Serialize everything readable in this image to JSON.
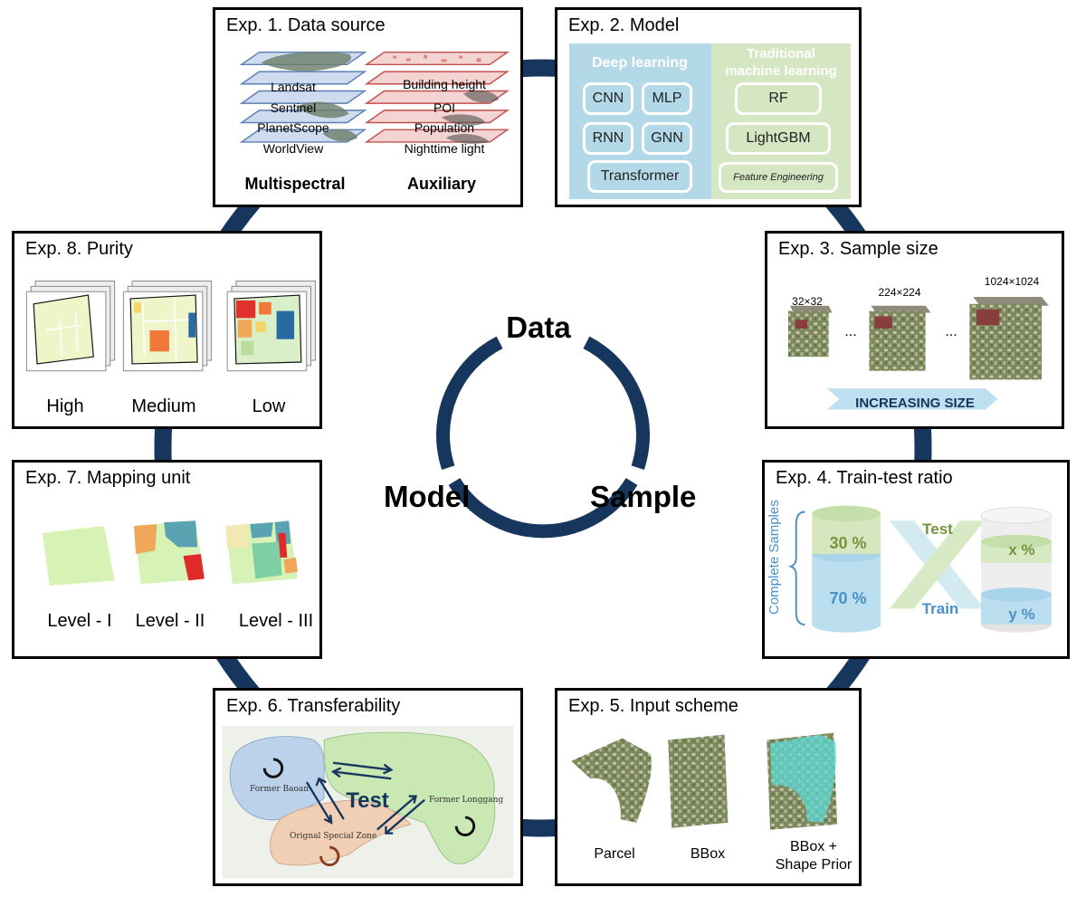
{
  "center": {
    "top": "Data",
    "left": "Model",
    "right": "Sample"
  },
  "exp1": {
    "title": "Exp. 1. Data source",
    "multispectral": [
      "Landsat",
      "Sentinel",
      "PlanetScope",
      "WorldView"
    ],
    "auxiliary": [
      "Building height",
      "POI",
      "Population",
      "Nighttime light"
    ],
    "caption_left": "Multispectral",
    "caption_right": "Auxiliary"
  },
  "exp2": {
    "title": "Exp. 2. Model",
    "dl_header": "Deep learning",
    "dl_models": [
      "CNN",
      "MLP",
      "RNN",
      "GNN",
      "Transformer"
    ],
    "tml_header_1": "Traditional",
    "tml_header_2": "machine learning",
    "tml_models": [
      "RF",
      "LightGBM"
    ],
    "feature": "Feature Engineering"
  },
  "exp3": {
    "title": "Exp. 3. Sample size",
    "sizes": [
      "32×32",
      "224×224",
      "1024×1024"
    ],
    "ellipsis": "...",
    "arrow_label": "INCREASING SIZE"
  },
  "exp4": {
    "title": "Exp. 4. Train-test ratio",
    "side_label": "Complete Samples",
    "test_pct": "30 %",
    "train_pct": "70 %",
    "test": "Test",
    "train": "Train",
    "x_pct": "x %",
    "y_pct": "y %"
  },
  "exp5": {
    "title": "Exp. 5. Input scheme",
    "labels": [
      "Parcel",
      "BBox"
    ],
    "label3_line1": "BBox +",
    "label3_line2": "Shape Prior"
  },
  "exp6": {
    "title": "Exp. 6. Transferability",
    "regions": [
      "Former Baoan",
      "Former Longgang",
      "Orignal Special Zone"
    ],
    "test": "Test"
  },
  "exp7": {
    "title": "Exp. 7. Mapping unit",
    "levels": [
      "Level - I",
      "Level - II",
      "Level - III"
    ]
  },
  "exp8": {
    "title": "Exp. 8. Purity",
    "levels": [
      "High",
      "Medium",
      "Low"
    ]
  },
  "colors": {
    "ring": "#17365d",
    "dl_bg": "#b3d9e8",
    "tml_bg": "#d5e6c3",
    "test": "#76923c",
    "train": "#4a90c8"
  }
}
